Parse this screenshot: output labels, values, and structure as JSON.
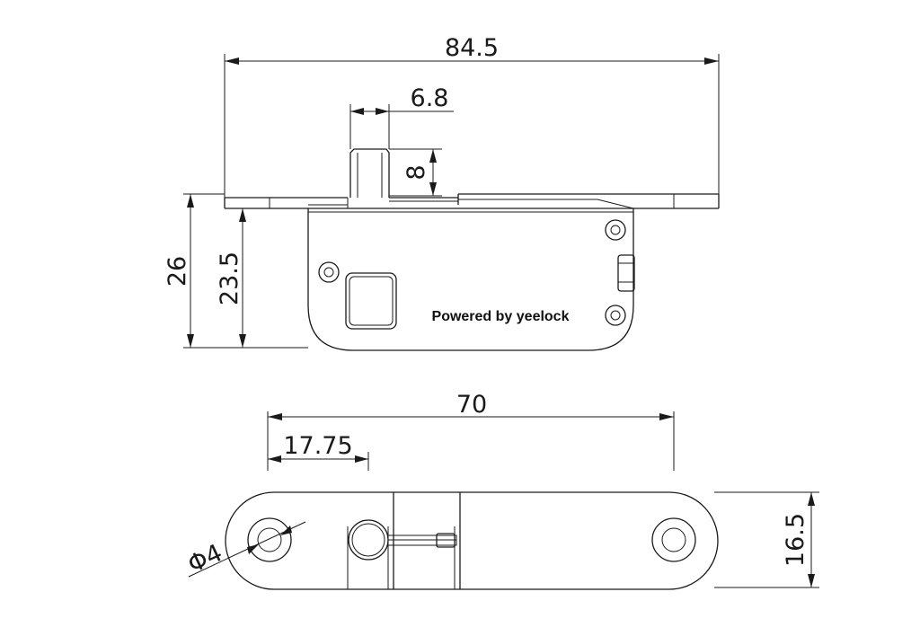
{
  "front_view": {
    "dim_width": "84.5",
    "dim_tab_width": "6.8",
    "dim_tab_height": "8",
    "dim_total_height": "26",
    "dim_body_height": "23.5",
    "brand_text": "Powered by yeelock"
  },
  "bottom_view": {
    "dim_hole_span": "70",
    "dim_offset": "17.75",
    "dim_hole_diameter": "Φ4",
    "dim_height": "16.5"
  }
}
